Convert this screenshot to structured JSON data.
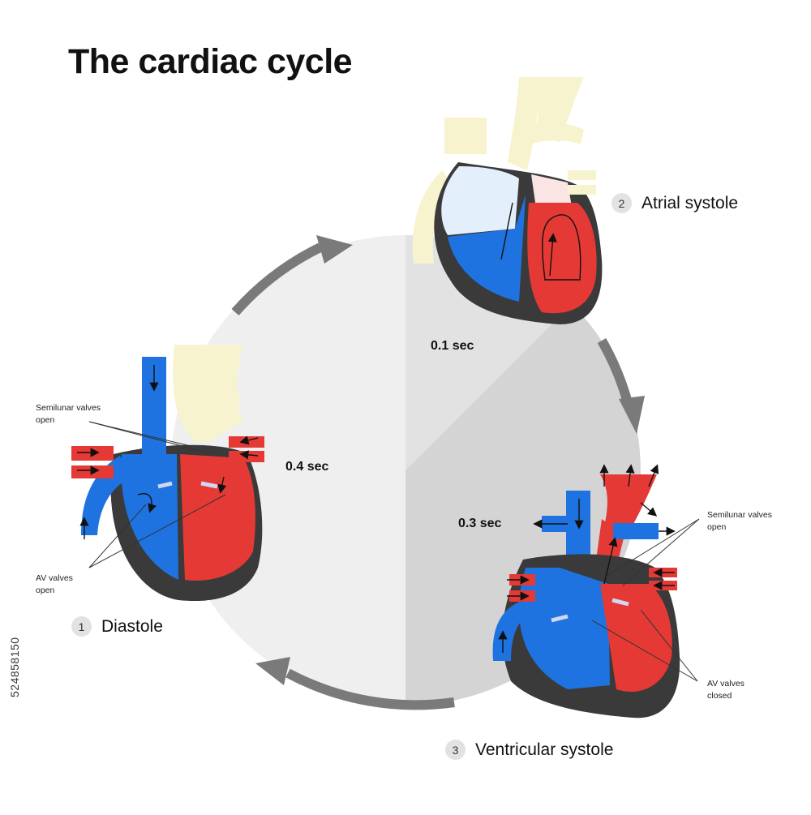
{
  "title": "The cardiac cycle",
  "stages": [
    {
      "number": "1",
      "label": "Diastole",
      "duration": "0.4 sec",
      "fraction_of_cycle": 0.5
    },
    {
      "number": "2",
      "label": "Atrial systole",
      "duration": "0.1 sec",
      "fraction_of_cycle": 0.125
    },
    {
      "number": "3",
      "label": "Ventricular systole",
      "duration": "0.3 sec",
      "fraction_of_cycle": 0.375
    }
  ],
  "annotations": {
    "diastole_semilunar": [
      "Semilunar valves",
      "open"
    ],
    "diastole_av": [
      "AV valves",
      "open"
    ],
    "ventricular_semilunar": [
      "Semilunar valves",
      "open"
    ],
    "ventricular_av": [
      "AV valves",
      "closed"
    ]
  },
  "stock_id": "524858150",
  "colors": {
    "oxygenated_blood": "#e53935",
    "deoxygenated_blood": "#1e73e0",
    "vessel_cream": "#f7f3cf",
    "heart_wall": "#3a3a3a",
    "sector_diastole": "#efefef",
    "sector_atrial": "#e2e2e2",
    "sector_ventricular": "#d4d4d4",
    "arrow_gray": "#7a7a7a"
  }
}
